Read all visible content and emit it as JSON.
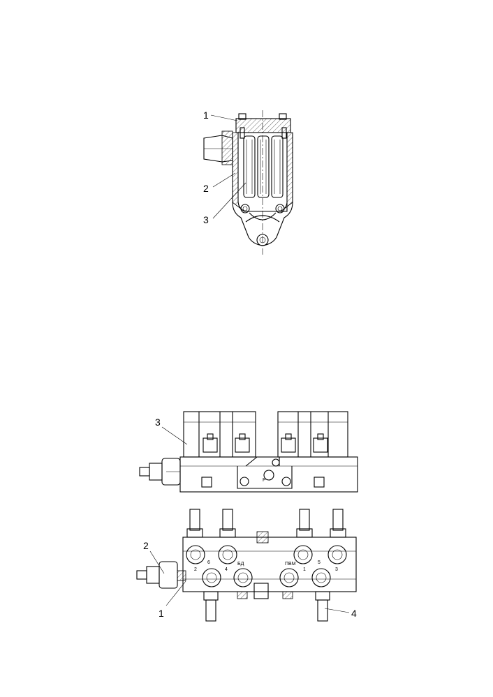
{
  "top_view": {
    "callouts": [
      "1",
      "2",
      "3"
    ]
  },
  "front_view": {
    "callouts": [
      "3"
    ],
    "port_label": "Р"
  },
  "bottom_view": {
    "callouts": [
      "2",
      "1",
      "4"
    ],
    "port_labels": [
      "6",
      "4",
      "БД",
      "ПВМ",
      "1",
      "5",
      "2",
      "3"
    ]
  }
}
